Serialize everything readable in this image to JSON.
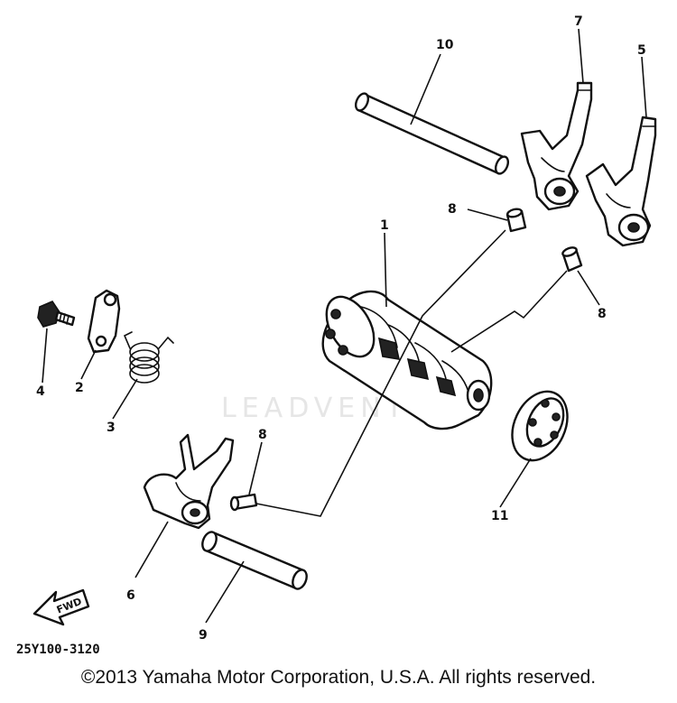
{
  "diagram": {
    "watermark": "LEADVENT",
    "diagram_code": "25Y100-3120",
    "direction_label": "FWD",
    "callouts": [
      "1",
      "2",
      "3",
      "4",
      "5",
      "6",
      "7",
      "8",
      "8",
      "8",
      "9",
      "10",
      "11"
    ]
  },
  "footer": {
    "copyright": "©2013 Yamaha Motor Corporation, U.S.A. All rights reserved."
  }
}
